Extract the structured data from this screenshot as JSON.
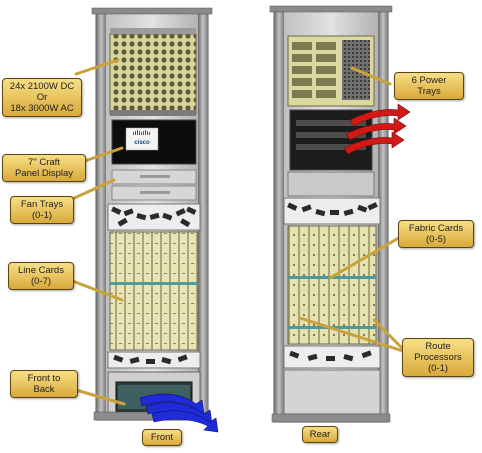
{
  "diagram": {
    "callouts": {
      "power_front": {
        "line1": "24x 2100W DC",
        "line2": "Or",
        "line3": "18x 3000W AC"
      },
      "craft_panel": {
        "line1": "7\" Craft",
        "line2": "Panel Display"
      },
      "fan_trays": {
        "line1": "Fan Trays",
        "line2": "(0-1)"
      },
      "line_cards": {
        "line1": "Line Cards",
        "line2": "(0-7)"
      },
      "front_to_back": {
        "line1": "Front to",
        "line2": "Back"
      },
      "front_label": "Front",
      "power_rear": {
        "line1": "6 Power",
        "line2": "Trays"
      },
      "fabric_cards": {
        "line1": "Fabric Cards",
        "line2": "(0-5)"
      },
      "route_processors": {
        "line1": "Route",
        "line2": "Processors",
        "line3": "(0-1)"
      },
      "rear_label": "Rear"
    },
    "logo_text": "cisco",
    "colors": {
      "callout_fill": "#f0cf6a",
      "callout_border": "#5a4510",
      "leader": "#c9a33a",
      "chassis": "#9a9a9a",
      "card_yellow": "#e6e3b2",
      "airflow_front": "#1e2bd6",
      "airflow_rear": "#d31818"
    }
  }
}
